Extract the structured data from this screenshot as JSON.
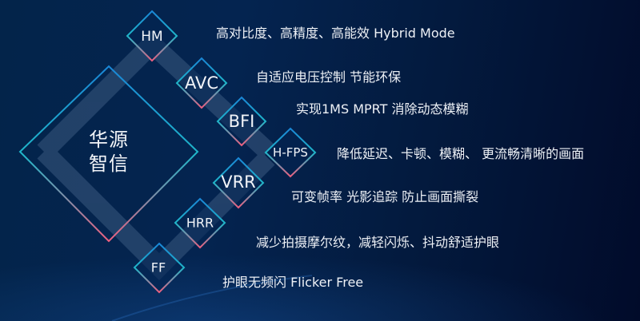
{
  "brand": {
    "line1": "华源",
    "line2": "智信"
  },
  "colors": {
    "background_left": "#03244a",
    "background_right": "#010b2a",
    "diamond_top": "#1a8fd8",
    "diamond_side": "#1fb6c9",
    "diamond_bottom": "#e8607e",
    "band": "#2c4a6e",
    "text": "#eef1f6"
  },
  "nodes": [
    {
      "id": "hm",
      "label": "HM",
      "description": "高对比度、高精度、高能效 Hybrid Mode"
    },
    {
      "id": "avc",
      "label": "AVC",
      "description": "自适应电压控制 节能环保"
    },
    {
      "id": "bfi",
      "label": "BFI",
      "description": "实现1MS  MPRT  消除动态模糊"
    },
    {
      "id": "hfps",
      "label": "H-FPS",
      "description": "降低延迟、卡顿、模糊、 更流畅清晰的画面"
    },
    {
      "id": "vrr",
      "label": "VRR",
      "description": "可变帧率  光影追踪  防止画面撕裂"
    },
    {
      "id": "hrr",
      "label": "HRR",
      "description": "减少拍摄摩尔纹，减轻闪烁、抖动舒适护眼"
    },
    {
      "id": "ff",
      "label": "FF",
      "description": "护眼无频闪 Flicker Free"
    }
  ]
}
